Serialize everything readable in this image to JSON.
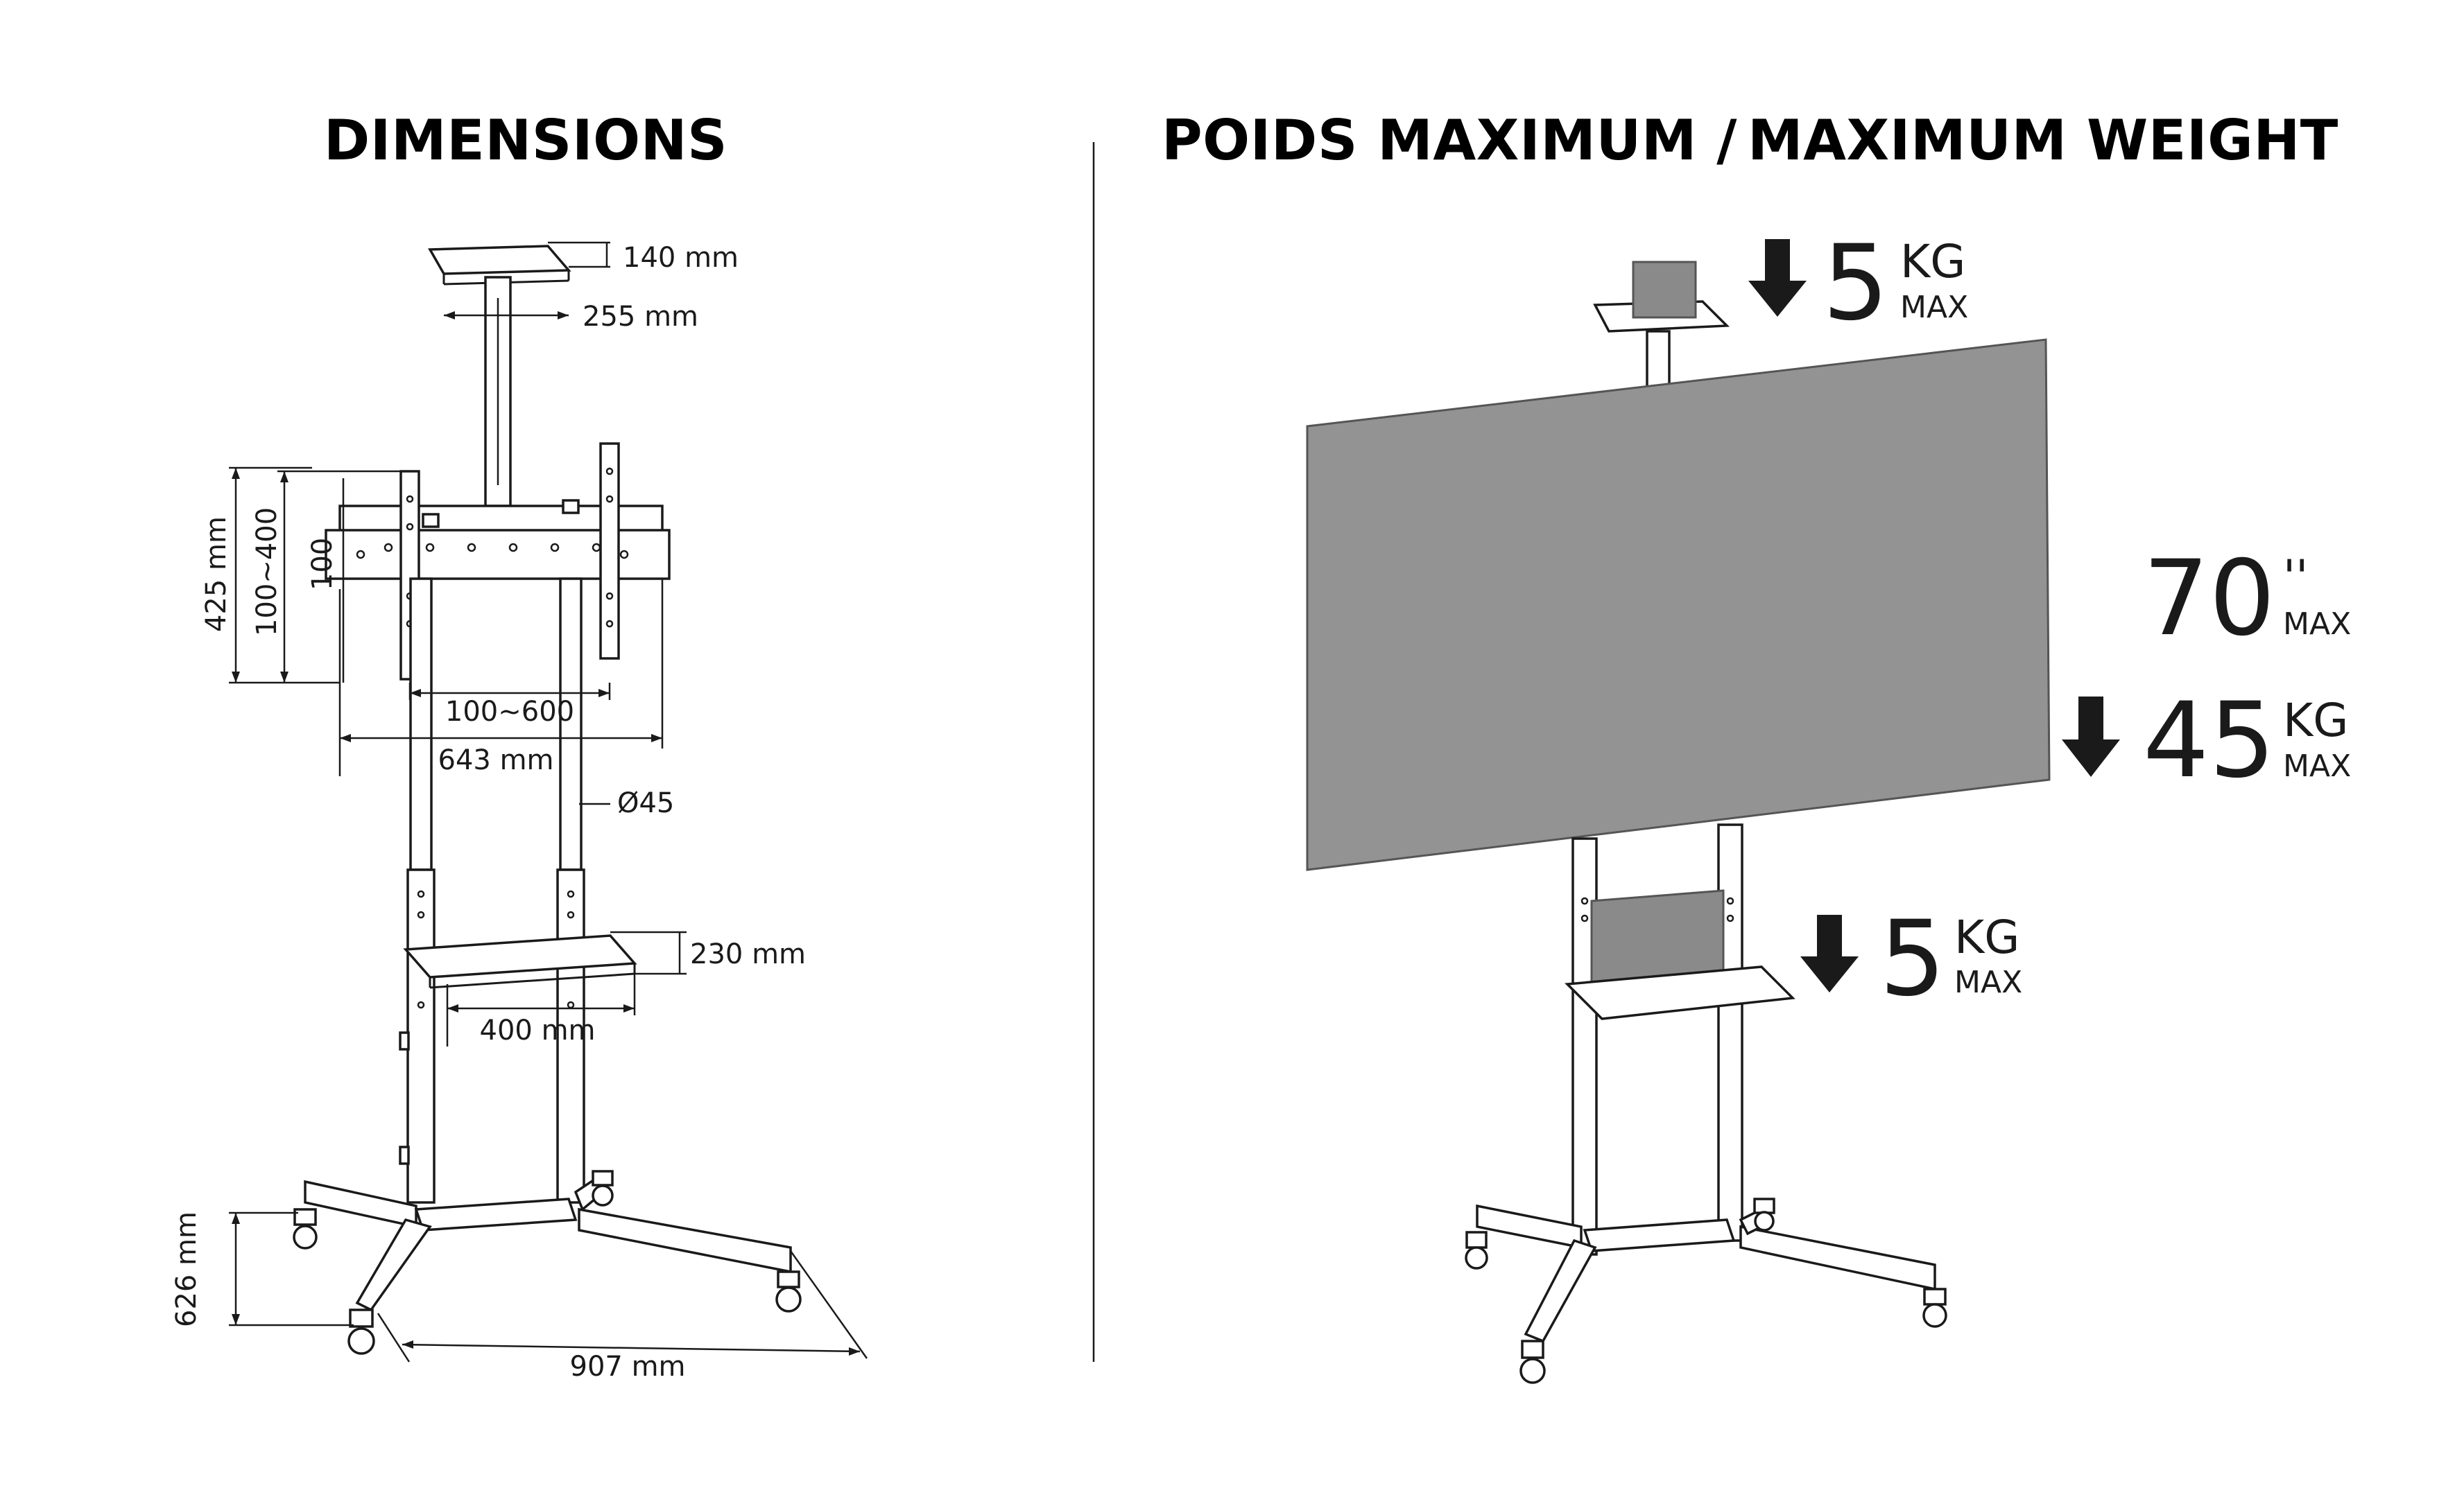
{
  "headings": {
    "left": "DIMENSIONS",
    "right_fr": "POIDS MAXIMUM /",
    "right_en": "MAXIMUM WEIGHT"
  },
  "dimensions": {
    "top_shelf_depth": "140 mm",
    "top_shelf_width": "255 mm",
    "bracket_height": "425 mm",
    "vesa_vertical": "100~400",
    "vesa_vertical_min": "100",
    "vesa_horizontal": "100~600",
    "bracket_width": "643 mm",
    "pole_diameter": "Ø45",
    "shelf_depth": "230 mm",
    "shelf_width": "400 mm",
    "base_depth": "626 mm",
    "base_width": "907 mm"
  },
  "weights": {
    "top": {
      "value": "5",
      "unit": "KG",
      "sub": "MAX"
    },
    "screen_size": {
      "value": "70",
      "unit": "''",
      "sub": "MAX"
    },
    "screen": {
      "value": "45",
      "unit": "KG",
      "sub": "MAX"
    },
    "shelf": {
      "value": "5",
      "unit": "KG",
      "sub": "MAX"
    }
  },
  "colors": {
    "ink": "#1a1a1a",
    "screen_fill": "#939393",
    "box_fill": "#8a8a8a",
    "background": "#ffffff"
  },
  "icons": [
    "down-arrow-icon"
  ]
}
